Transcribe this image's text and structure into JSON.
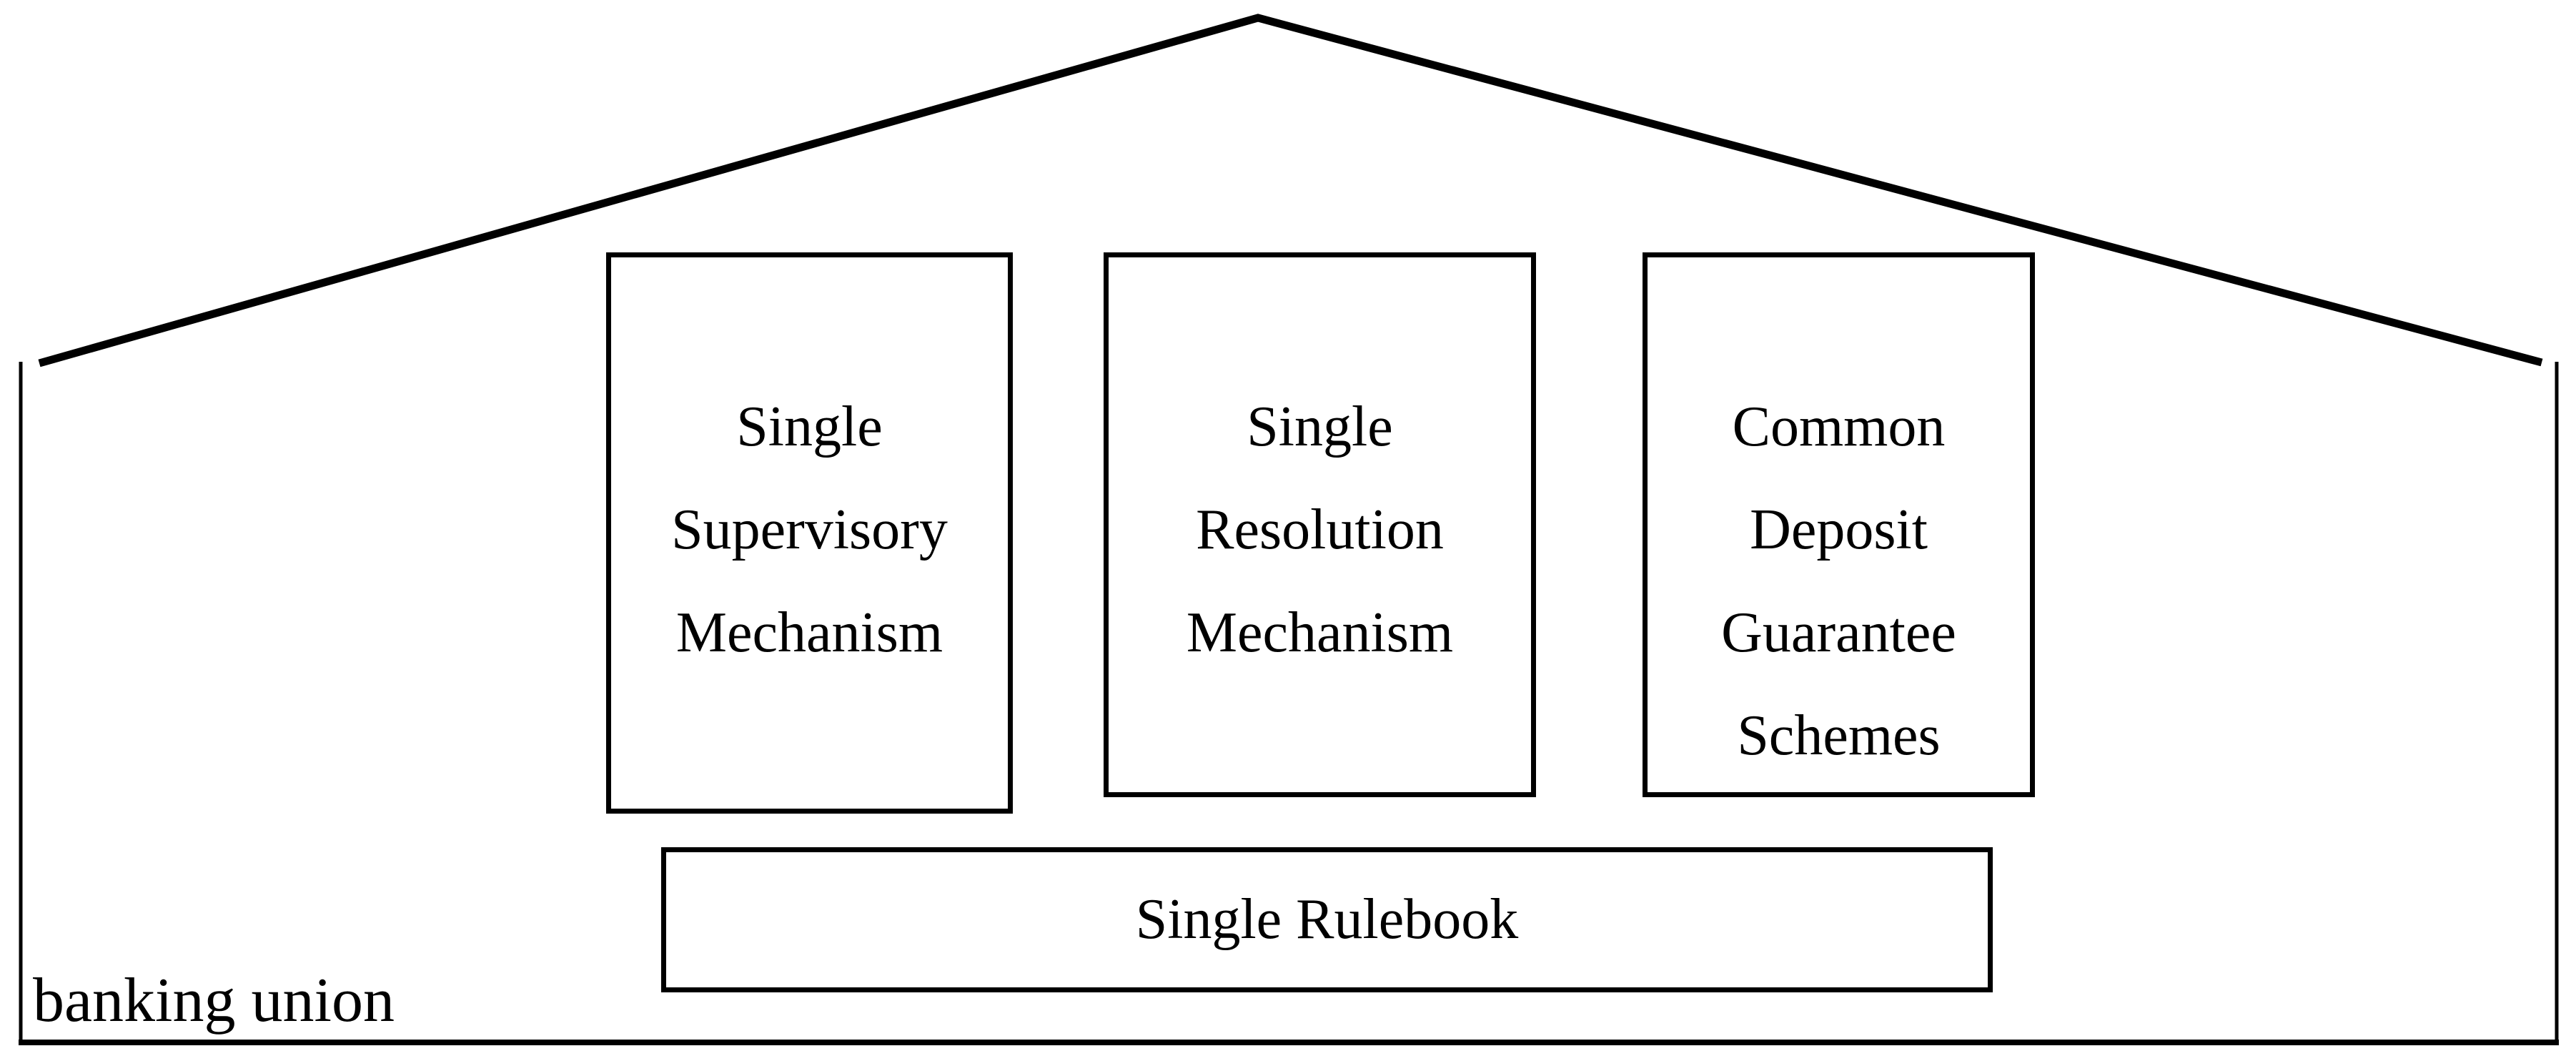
{
  "figure": {
    "type": "diagram",
    "subject": "banking union house schematic",
    "colors": {
      "line": "#000000",
      "background": "#ffffff",
      "text": "#000000"
    },
    "house": {
      "label": "banking union",
      "roof_shape": "triangle-outline",
      "walls": "open-rectangle"
    },
    "pillars": [
      {
        "id": "ssm",
        "lines": [
          "Single",
          "Supervisory",
          "Mechanism"
        ]
      },
      {
        "id": "srm",
        "lines": [
          "Single",
          "Resolution",
          "Mechanism"
        ]
      },
      {
        "id": "cdgs",
        "lines": [
          "Common",
          "Deposit",
          "Guarantee",
          "Schemes"
        ]
      }
    ],
    "base": {
      "label": "Single Rulebook"
    }
  }
}
